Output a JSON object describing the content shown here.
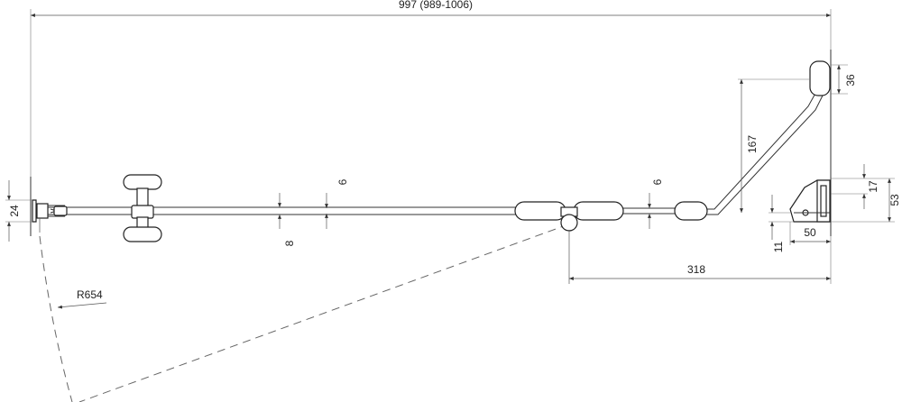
{
  "dimensions": {
    "total_width": "997 (989-1006)",
    "radius": "R654",
    "glass_top": "6",
    "glass_bottom": "8",
    "glass_right": "6",
    "left_profile": "24",
    "arm_height": "167",
    "handle_height": "36",
    "bracket_17": "17",
    "bracket_53": "53",
    "bracket_11": "11",
    "bracket_50": "50",
    "hinge_offset": "318"
  }
}
